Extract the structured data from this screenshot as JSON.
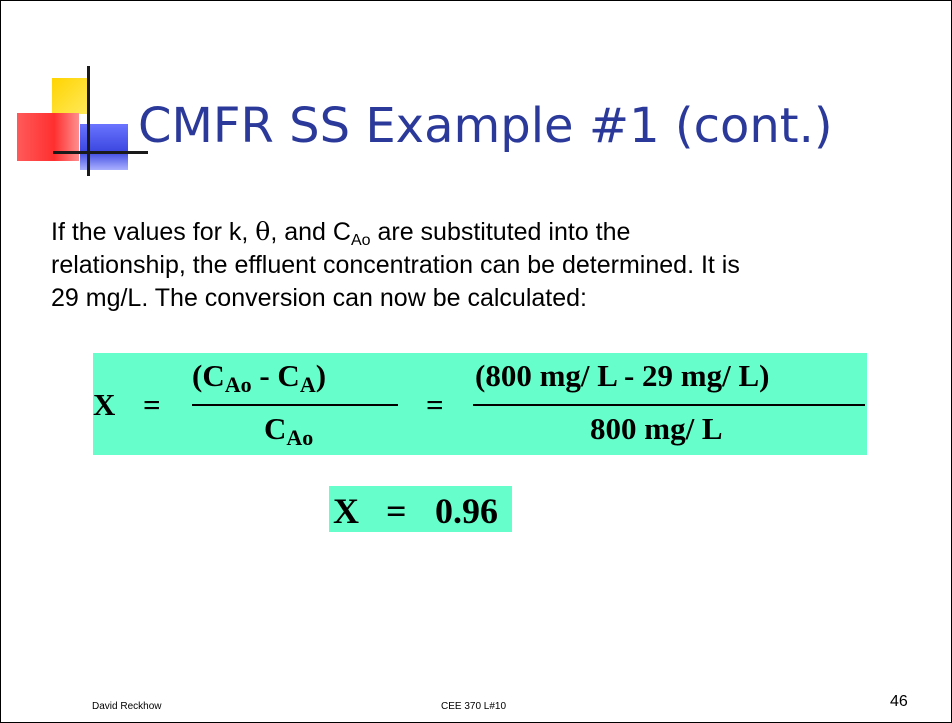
{
  "slide": {
    "title": "CMFR SS Example #1 (cont.)",
    "body": {
      "line1_part1": "If the values for k, ",
      "theta": "θ",
      "line1_part2": ", and C",
      "sub_ao": "Ao",
      "line1_part3": " are substituted into the",
      "line2": "relationship, the effluent concentration can be determined.  It is",
      "line3": "29 mg/L.  The conversion can now be calculated:"
    },
    "equation": {
      "lhs": "X",
      "equals1": "=",
      "num_open": "(C",
      "num_sub1": "Ao",
      "num_minus": " -  C",
      "num_sub2": "A",
      "num_close": ")",
      "den_c": "C",
      "den_sub": "Ao",
      "equals2": "=",
      "rhs_numerator": "(800  mg/ L -  29  mg/ L)",
      "rhs_denominator": "800  mg/ L"
    },
    "result": {
      "lhs": "X",
      "equals": "=",
      "value": "0.96"
    },
    "footer": {
      "author": "David Reckhow",
      "course": "CEE 370 L#10",
      "page_number": "46"
    }
  }
}
